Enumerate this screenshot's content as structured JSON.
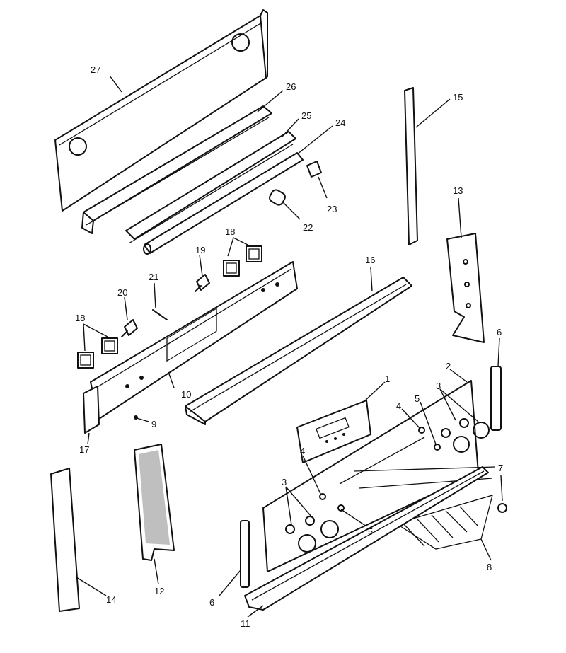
{
  "callouts": {
    "c1": "1",
    "c2": "2",
    "c3a": "3",
    "c3b": "3",
    "c4a": "4",
    "c4b": "4",
    "c5a": "5",
    "c5b": "5",
    "c6a": "6",
    "c6b": "6",
    "c7": "7",
    "c8": "8",
    "c9": "9",
    "c10": "10",
    "c11": "11",
    "c12": "12",
    "c13": "13",
    "c14": "14",
    "c15": "15",
    "c16": "16",
    "c17": "17",
    "c18a": "18",
    "c18b": "18",
    "c19": "19",
    "c20": "20",
    "c21": "21",
    "c22": "22",
    "c23": "23",
    "c24": "24",
    "c25": "25",
    "c26": "26",
    "c27": "27"
  }
}
